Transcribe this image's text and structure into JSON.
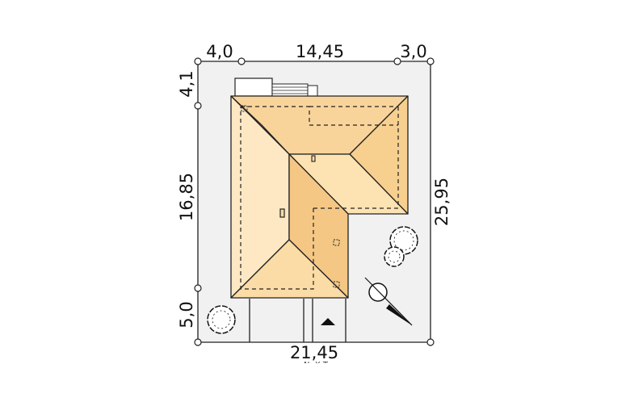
{
  "dimensions": {
    "top_left": "4,0",
    "top_middle": "14,45",
    "top_right": "3,0",
    "left_top": "4,1",
    "left_middle": "16,85",
    "left_bottom": "5,0",
    "right": "25,95",
    "bottom": "21,45",
    "bottom_cut": "N. X.T"
  },
  "colors": {
    "plot": "#f1f1f1",
    "roof_light": "#fde8c3",
    "roof_mid": "#fbd9a4",
    "roof_dark": "#f5c784",
    "outline": "#222222"
  },
  "icons": {
    "north_arrow": "north-arrow-icon",
    "tree": "tree-icon",
    "entrance": "entrance-arrow-icon"
  }
}
